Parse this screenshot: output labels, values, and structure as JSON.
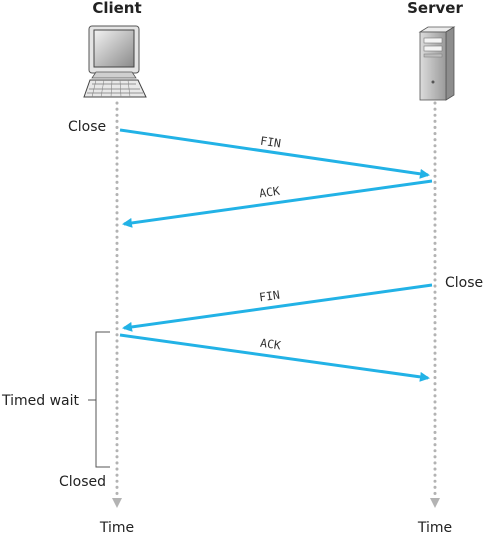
{
  "left_header": "Client",
  "right_header": "Server",
  "bottom_left": "Time",
  "bottom_right": "Time",
  "client_labels": {
    "close": "Close",
    "timed_wait": "Timed wait",
    "closed": "Closed"
  },
  "server_labels": {
    "close": "Close"
  },
  "messages": [
    {
      "label": "FIN",
      "direction": "client-to-server"
    },
    {
      "label": "ACK",
      "direction": "server-to-client"
    },
    {
      "label": "FIN",
      "direction": "server-to-client"
    },
    {
      "label": "ACK",
      "direction": "client-to-server"
    }
  ],
  "colors": {
    "arrow": "#22b2e6",
    "timeline": "#b3b3b3",
    "text": "#222222"
  },
  "icons": [
    "desktop-computer-icon",
    "server-tower-icon"
  ]
}
